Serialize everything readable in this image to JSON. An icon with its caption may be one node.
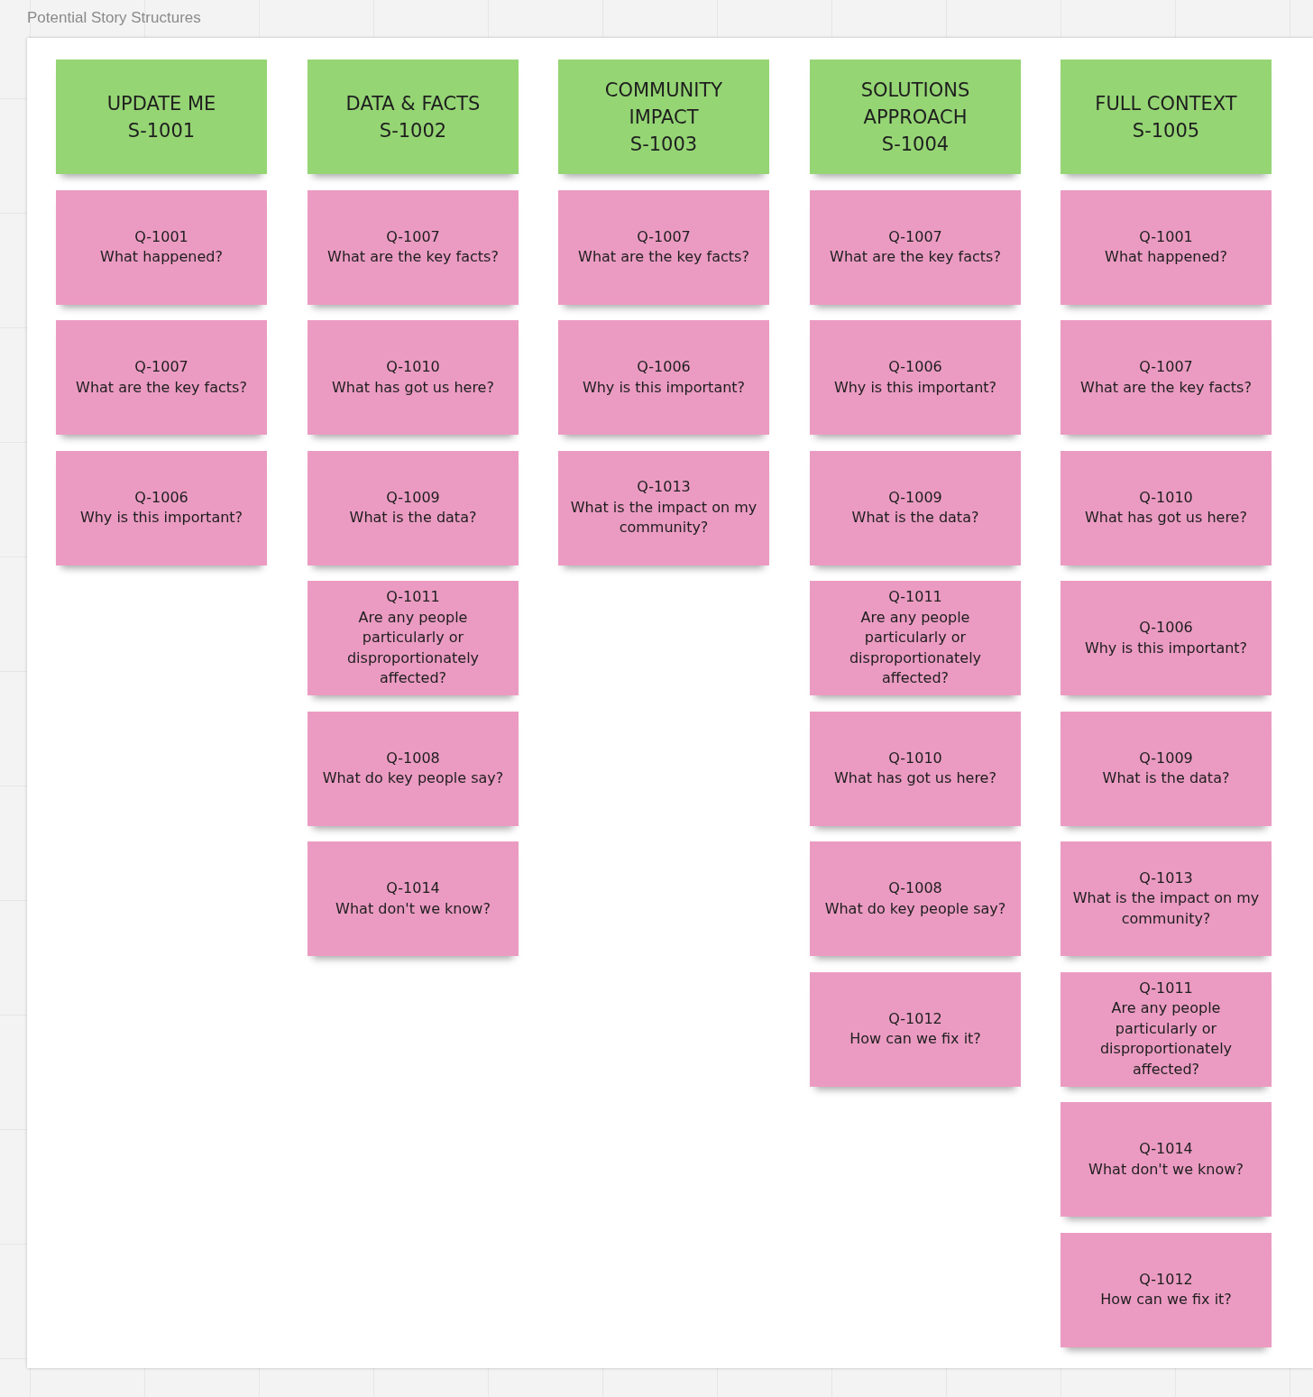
{
  "diagram": {
    "nodes": [
      {
        "text": [
          "Potential Story Structures"
        ]
      },
      {
        "text": [
          "UPDATE ME",
          "S-1001"
        ],
        "in": 0
      },
      {
        "text": [
          "Q-1001",
          "What happened?"
        ],
        "in": 0
      },
      {
        "text": [
          "Q-1007",
          "What are the key facts?"
        ],
        "in": 0
      },
      {
        "text": [
          "Q-1006",
          "Why is this important?"
        ],
        "in": 0
      },
      {
        "text": [
          "DATA & FACTS",
          "S-1002"
        ],
        "in": 0
      },
      {
        "text": [
          "Q-1007",
          "What are the key facts?"
        ],
        "in": 0
      },
      {
        "text": [
          "Q-1010",
          "What has got us here?"
        ],
        "in": 0
      },
      {
        "text": [
          "Q-1009",
          "What is the data?"
        ],
        "in": 0
      },
      {
        "text": [
          "Q-1011",
          "Are any people particularly or disproportionately affected?"
        ],
        "in": 0
      },
      {
        "text": [
          "Q-1008",
          "What do key people say?"
        ],
        "in": 0
      },
      {
        "text": [
          "Q-1014",
          "What don't we know?"
        ],
        "in": 0
      },
      {
        "text": [
          "COMMUNITY IMPACT",
          "S-1003"
        ],
        "in": 0
      },
      {
        "text": [
          "Q-1007",
          "What are the key facts?"
        ],
        "in": 0
      },
      {
        "text": [
          "Q-1006",
          "Why is this important?"
        ],
        "in": 0
      },
      {
        "text": [
          "Q-1013",
          "What is the impact on my community?"
        ],
        "in": 0
      },
      {
        "text": [
          "SOLUTIONS APPROACH",
          "S-1004"
        ],
        "in": 0
      },
      {
        "text": [
          "Q-1007",
          "What are the key facts?"
        ],
        "in": 0
      },
      {
        "text": [
          "Q-1006",
          "Why is this important?"
        ],
        "in": 0
      },
      {
        "text": [
          "Q-1009",
          "What is the data?"
        ],
        "in": 0
      },
      {
        "text": [
          "Q-1011",
          "Are any people particularly or disproportionately affected?"
        ],
        "in": 0
      },
      {
        "text": [
          "Q-1010",
          "What has got us here?"
        ],
        "in": 0
      },
      {
        "text": [
          "Q-1008",
          "What do key people say?"
        ],
        "in": 0
      },
      {
        "text": [
          "Q-1012",
          "How can we fix it?"
        ],
        "in": 0
      },
      {
        "text": [
          "FULL CONTEXT",
          "S-1005"
        ],
        "in": 0
      },
      {
        "text": [
          "Q-1001",
          "What happened?"
        ],
        "in": 0
      },
      {
        "text": [
          "Q-1007",
          "What are the key facts?"
        ],
        "in": 0
      },
      {
        "text": [
          "Q-1010",
          "What has got us here?"
        ],
        "in": 0
      },
      {
        "text": [
          "Q-1006",
          "Why is this important?"
        ],
        "in": 0
      },
      {
        "text": [
          "Q-1009",
          "What is the data?"
        ],
        "in": 0
      },
      {
        "text": [
          "Q-1013",
          "What is the impact on my community?"
        ],
        "in": 0
      },
      {
        "text": [
          "Q-1011",
          "Are any people particularly or disproportionately affected?"
        ],
        "in": 0
      },
      {
        "text": [
          "Q-1014",
          "What don't we know?"
        ],
        "in": 0
      },
      {
        "text": [
          "Q-1012",
          "How can we fix it?"
        ],
        "in": 0
      }
    ]
  }
}
